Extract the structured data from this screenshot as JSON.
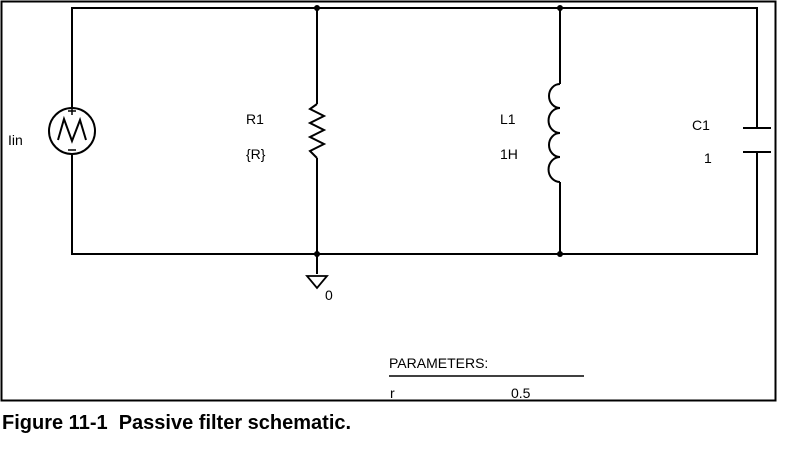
{
  "source": {
    "label": "Iin"
  },
  "resistor": {
    "name": "R1",
    "value": "{R}"
  },
  "inductor": {
    "name": "L1",
    "value": "1H"
  },
  "capacitor": {
    "name": "C1",
    "value": "1"
  },
  "ground": {
    "label": "0"
  },
  "parameters": {
    "header": "PARAMETERS:",
    "name": "r",
    "value": "0.5"
  },
  "caption": "Figure 11-1  Passive filter schematic."
}
